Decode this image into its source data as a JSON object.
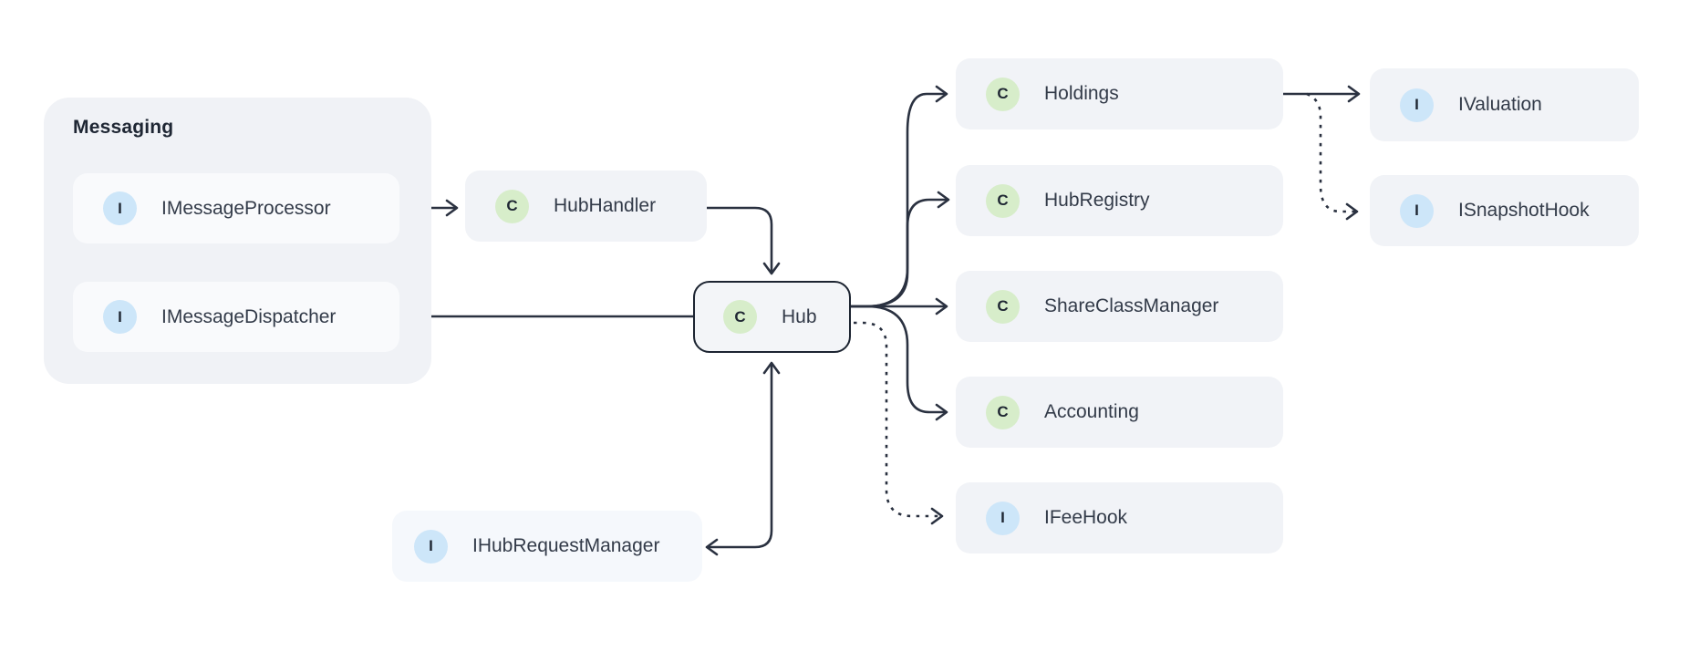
{
  "diagram": {
    "group": {
      "title": "Messaging"
    },
    "nodes": [
      {
        "id": "IMessageProcessor",
        "label": "IMessageProcessor",
        "badge": "I",
        "kind": "interface"
      },
      {
        "id": "IMessageDispatcher",
        "label": "IMessageDispatcher",
        "badge": "I",
        "kind": "interface"
      },
      {
        "id": "HubHandler",
        "label": "HubHandler",
        "badge": "C",
        "kind": "class"
      },
      {
        "id": "Hub",
        "label": "Hub",
        "badge": "C",
        "kind": "class"
      },
      {
        "id": "Holdings",
        "label": "Holdings",
        "badge": "C",
        "kind": "class"
      },
      {
        "id": "HubRegistry",
        "label": "HubRegistry",
        "badge": "C",
        "kind": "class"
      },
      {
        "id": "ShareClassManager",
        "label": "ShareClassManager",
        "badge": "C",
        "kind": "class"
      },
      {
        "id": "Accounting",
        "label": "Accounting",
        "badge": "C",
        "kind": "class"
      },
      {
        "id": "IFeeHook",
        "label": "IFeeHook",
        "badge": "I",
        "kind": "interface"
      },
      {
        "id": "IValuation",
        "label": "IValuation",
        "badge": "I",
        "kind": "interface"
      },
      {
        "id": "ISnapshotHook",
        "label": "ISnapshotHook",
        "badge": "I",
        "kind": "interface"
      },
      {
        "id": "IHubRequestManager",
        "label": "IHubRequestManager",
        "badge": "I",
        "kind": "interface"
      }
    ],
    "edges": [
      {
        "from": "IMessageProcessor",
        "to": "HubHandler",
        "style": "solid"
      },
      {
        "from": "HubHandler",
        "to": "Hub",
        "style": "solid"
      },
      {
        "from": "Hub",
        "to": "IMessageDispatcher",
        "style": "solid"
      },
      {
        "from": "Hub",
        "to": "IHubRequestManager",
        "style": "solid",
        "bidirectional": true
      },
      {
        "from": "Hub",
        "to": "Holdings",
        "style": "solid"
      },
      {
        "from": "Hub",
        "to": "HubRegistry",
        "style": "solid"
      },
      {
        "from": "Hub",
        "to": "ShareClassManager",
        "style": "solid"
      },
      {
        "from": "Hub",
        "to": "Accounting",
        "style": "solid"
      },
      {
        "from": "Hub",
        "to": "IFeeHook",
        "style": "dashed"
      },
      {
        "from": "Holdings",
        "to": "IValuation",
        "style": "solid"
      },
      {
        "from": "Holdings",
        "to": "ISnapshotHook",
        "style": "dashed"
      }
    ],
    "colors": {
      "canvas_bg": "#ffffff",
      "group_bg": "#f0f2f6",
      "node_bg": "#f1f3f7",
      "node_bg_light": "#f9fafc",
      "hub_border": "#1c2431",
      "class_badge_bg": "#d7edca",
      "interface_badge_bg": "#cde6f9",
      "badge_text": "#1f2733",
      "label_text": "#333b49",
      "edge_stroke": "#2a3140"
    }
  }
}
